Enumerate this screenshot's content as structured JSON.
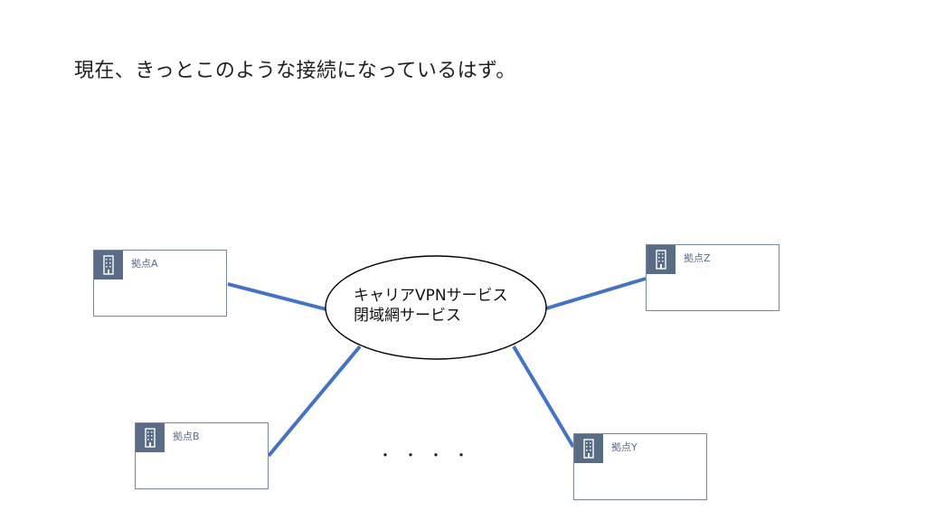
{
  "slide": {
    "title": "現在、きっとこのような接続になっているはず。"
  },
  "diagram": {
    "center_node": {
      "line1": "キャリアVPNサービス",
      "line2": "閉域網サービス"
    },
    "sites": [
      {
        "label": "拠点A",
        "icon": "office-building-icon"
      },
      {
        "label": "拠点Z",
        "icon": "office-building-icon"
      },
      {
        "label": "拠点B",
        "icon": "office-building-icon"
      },
      {
        "label": "拠点Y",
        "icon": "office-building-icon"
      }
    ],
    "ellipsis": "・・・・",
    "connector_color": "#4472c4",
    "icon_color": "#5a6b86",
    "box_border_color": "#7b8795"
  }
}
